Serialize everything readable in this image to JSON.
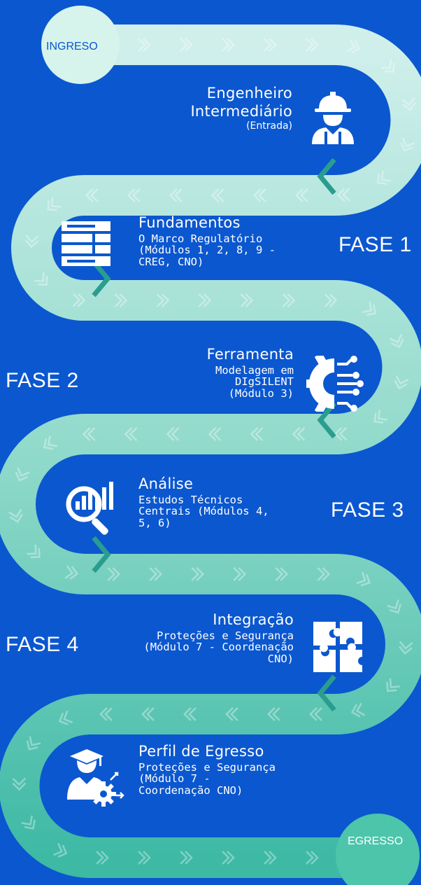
{
  "start_label": "INGRESO",
  "end_label": "EGRESSO",
  "stages": [
    {
      "title": "Engenheiro",
      "title2": "Intermediário",
      "note": "(Entrada)",
      "icon": "engineer-icon"
    },
    {
      "title": "Fundamentos",
      "desc": "O Marco Regulatório (Módulos 1, 2, 8, 9 - CREG, CNO)",
      "icon": "server-rack-icon"
    },
    {
      "title": "Ferramenta",
      "desc": "Modelagem em DIgSILENT (Módulo 3)",
      "icon": "gear-circuit-icon"
    },
    {
      "title": "Análise",
      "desc": "Estudos Técnicos Centrais (Módulos 4, 5, 6)",
      "icon": "chart-magnifier-icon"
    },
    {
      "title": "Integração",
      "desc": "Proteções e Segurança (Módulo 7 - Coordenação CNO)",
      "icon": "puzzle-icon"
    },
    {
      "title": "Perfil de Egresso",
      "desc": "Proteções e Segurança (Módulo 7 - Coordenação CNO)",
      "icon": "graduate-gear-icon"
    }
  ],
  "phases": [
    "FASE 1",
    "FASE 2",
    "FASE 3",
    "FASE 4"
  ],
  "colors": {
    "background": "#0b57cf",
    "road_light": "#d2f2ea",
    "road_mid": "#8fdcc6",
    "road_dark": "#43bfa6",
    "text": "#ffffff"
  }
}
